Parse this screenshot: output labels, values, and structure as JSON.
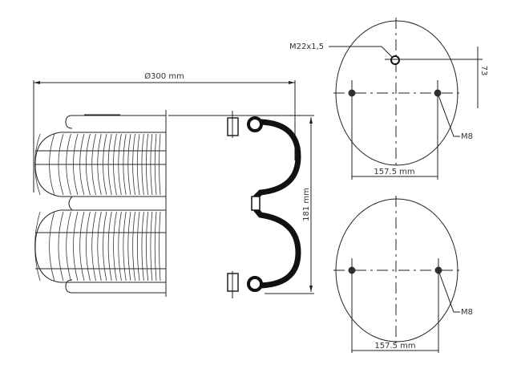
{
  "side_view": {
    "diameter_label": "Ø300 mm",
    "height_label": "181 mm"
  },
  "top_plate_view": {
    "center_thread_label": "M22x1,5",
    "offset_label": "73",
    "bolt_label": "M8",
    "bolt_spacing_label": "157.5 mm"
  },
  "bottom_plate_view": {
    "bolt_label": "M8",
    "bolt_spacing_label": "157.5 mm"
  }
}
